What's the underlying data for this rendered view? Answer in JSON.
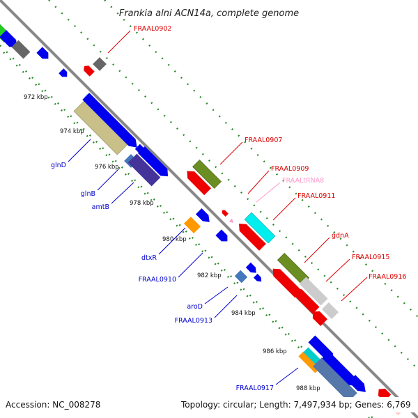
{
  "title": "Frankia alni ACN14a, complete genome",
  "footer": {
    "accession": "Accession: NC_008278",
    "topology": "Topology: circular; Length: 7,497,934 bp; Genes: 6,769"
  },
  "colors": {
    "forward_label": "#0000cc",
    "reverse_label": "#dd0000",
    "trna_label": "#ff99cc",
    "backbone": "#888888",
    "dots": "#2e8b2e"
  },
  "ticks": [
    "972 kbp",
    "974 kbp",
    "976 kbp",
    "978 kbp",
    "980 kbp",
    "982 kbp",
    "984 kbp",
    "986 kbp",
    "988 kbp"
  ],
  "forward_labels": [
    "glnD",
    "glnB",
    "amtB",
    "dtxR",
    "FRAAL0910",
    "aroD",
    "FRAAL0913",
    "FRAAL0917"
  ],
  "reverse_labels": [
    "FRAAL0902",
    "FRAAL0907",
    "FRAAL0909",
    "FRAAL0911",
    "gdnA",
    "FRAAL0915",
    "FRAAL0916"
  ],
  "trna_labels": [
    "FRAALtRNA8"
  ]
}
